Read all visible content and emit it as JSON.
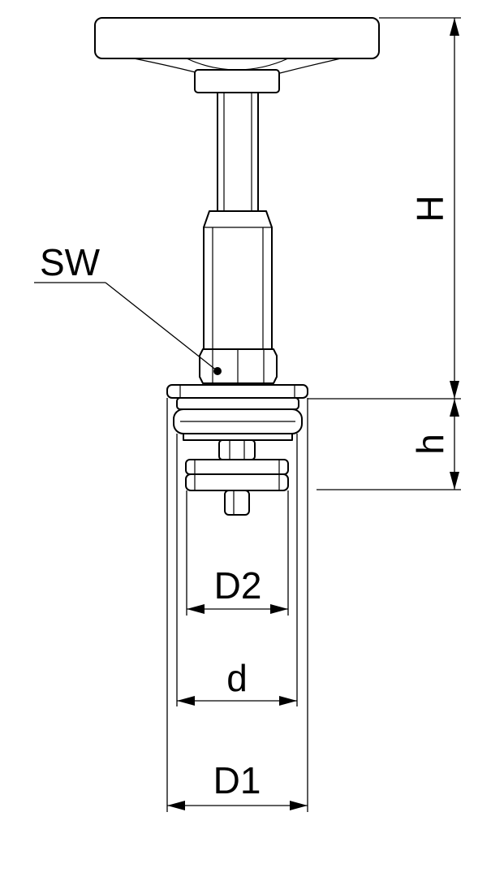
{
  "labels": {
    "wrench_size": "SW",
    "overall_height": "H",
    "insert_height": "h",
    "diameter_d2": "D2",
    "diameter_d": "d",
    "diameter_d1": "D1"
  },
  "colors": {
    "stroke": "#000000",
    "background": "#ffffff"
  }
}
